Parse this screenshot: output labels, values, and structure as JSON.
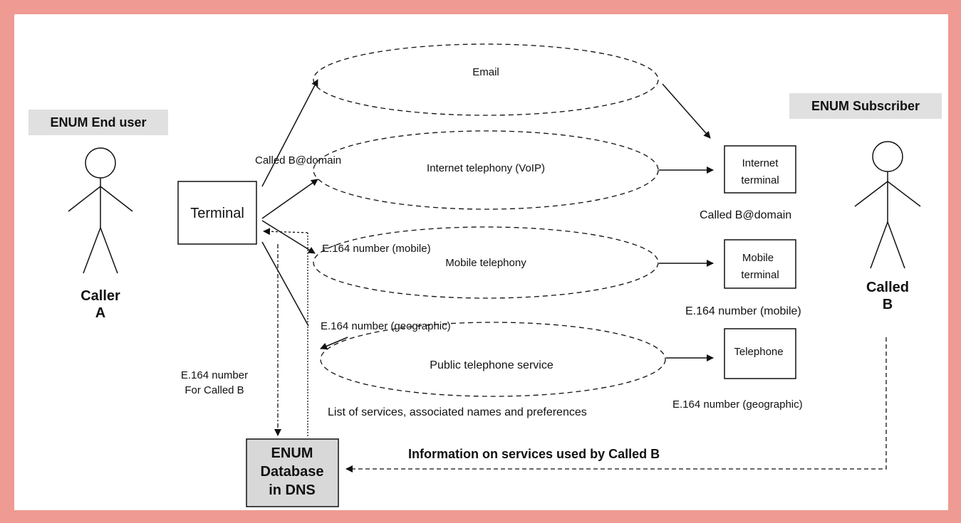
{
  "roles": {
    "end_user": "ENUM End user",
    "subscriber": "ENUM Subscriber"
  },
  "caller": {
    "line1": "Caller",
    "line2": "A"
  },
  "called": {
    "line1": "Called",
    "line2": "B"
  },
  "terminal": "Terminal",
  "services": {
    "email": "Email",
    "voip": "Internet telephony (VoIP)",
    "mobile": "Mobile telephony",
    "public": "Public telephone service"
  },
  "devices": {
    "internet": {
      "line1": "Internet",
      "line2": "terminal"
    },
    "mobile": {
      "line1": "Mobile",
      "line2": "terminal"
    },
    "telephone": "Telephone"
  },
  "labels": {
    "called_domain_left": "Called B@domain",
    "called_domain_right": "Called B@domain",
    "e164_mobile_left": "E.164 number (mobile)",
    "e164_mobile_right": "E.164 number (mobile)",
    "e164_geo_left": "E.164 number (geographic)",
    "e164_geo_right": "E.164 number (geographic)",
    "e164_for_b_1": "E.164 number",
    "e164_for_b_2": "For Called B",
    "list_services": "List of services, associated names and preferences",
    "info_services": "Information on services used by Called B"
  },
  "database": {
    "line1": "ENUM",
    "line2": "Database",
    "line3": "in DNS"
  }
}
